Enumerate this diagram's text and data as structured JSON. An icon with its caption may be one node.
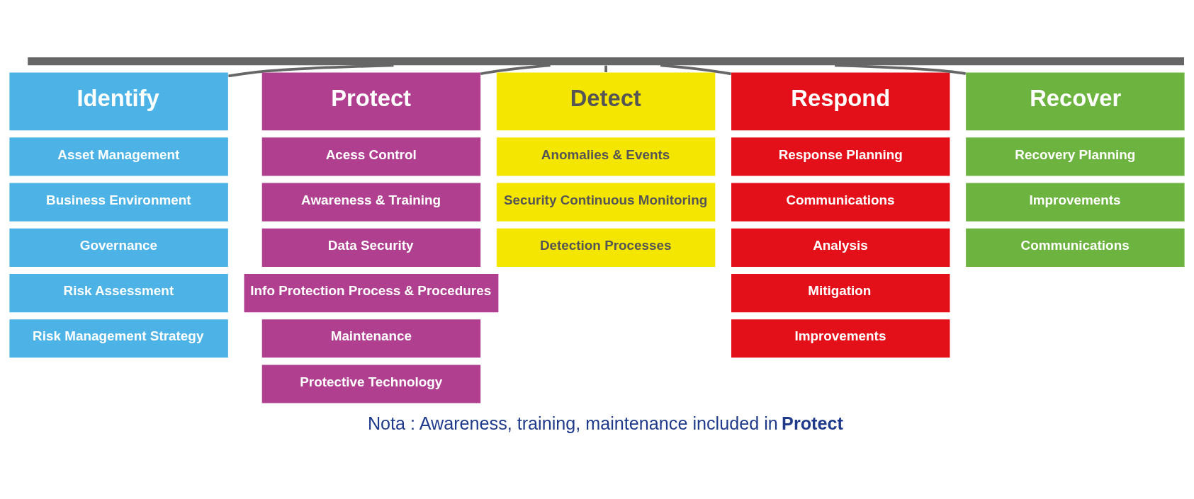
{
  "diagram": {
    "nodes": [
      {
        "text": [],
        "shape": "bar"
      },
      {
        "text": [
          "Identify"
        ]
      },
      {
        "text": [
          "Asset Management"
        ]
      },
      {
        "text": [
          "Business Environment"
        ]
      },
      {
        "text": [
          "Governance"
        ]
      },
      {
        "text": [
          "Risk Assessment"
        ]
      },
      {
        "text": [
          "Risk Management Strategy"
        ]
      },
      {
        "text": [
          "Protect"
        ]
      },
      {
        "text": [
          "Acess Control"
        ]
      },
      {
        "text": [
          "Awareness & Training"
        ]
      },
      {
        "text": [
          "Data Security"
        ]
      },
      {
        "text": [
          "Info Protection Process & Procedures"
        ]
      },
      {
        "text": [
          "Maintenance"
        ]
      },
      {
        "text": [
          "Protective Technology"
        ]
      },
      {
        "text": [
          "Detect"
        ]
      },
      {
        "text": [
          "Anomalies & Events"
        ]
      },
      {
        "text": [
          "Security Continuous Monitoring"
        ]
      },
      {
        "text": [
          "Detection Processes"
        ]
      },
      {
        "text": [
          "Respond"
        ]
      },
      {
        "text": [
          "Response Planning"
        ]
      },
      {
        "text": [
          "Communications"
        ]
      },
      {
        "text": [
          "Analysis"
        ]
      },
      {
        "text": [
          "Mitigation"
        ]
      },
      {
        "text": [
          "Improvements"
        ]
      },
      {
        "text": [
          "Recover"
        ]
      },
      {
        "text": [
          "Recovery Planning"
        ]
      },
      {
        "text": [
          "Improvements"
        ]
      },
      {
        "text": [
          "Communications"
        ]
      }
    ],
    "edges": [
      {
        "from": 0,
        "to": 1,
        "arrow": "none"
      },
      {
        "from": 0,
        "to": 7,
        "arrow": "none"
      },
      {
        "from": 0,
        "to": 14,
        "arrow": "none"
      },
      {
        "from": 0,
        "to": 18,
        "arrow": "none"
      },
      {
        "from": 0,
        "to": 24,
        "arrow": "none"
      }
    ],
    "labels": [
      "Nota : Awareness, training, maintenance included in **Protect**"
    ]
  }
}
